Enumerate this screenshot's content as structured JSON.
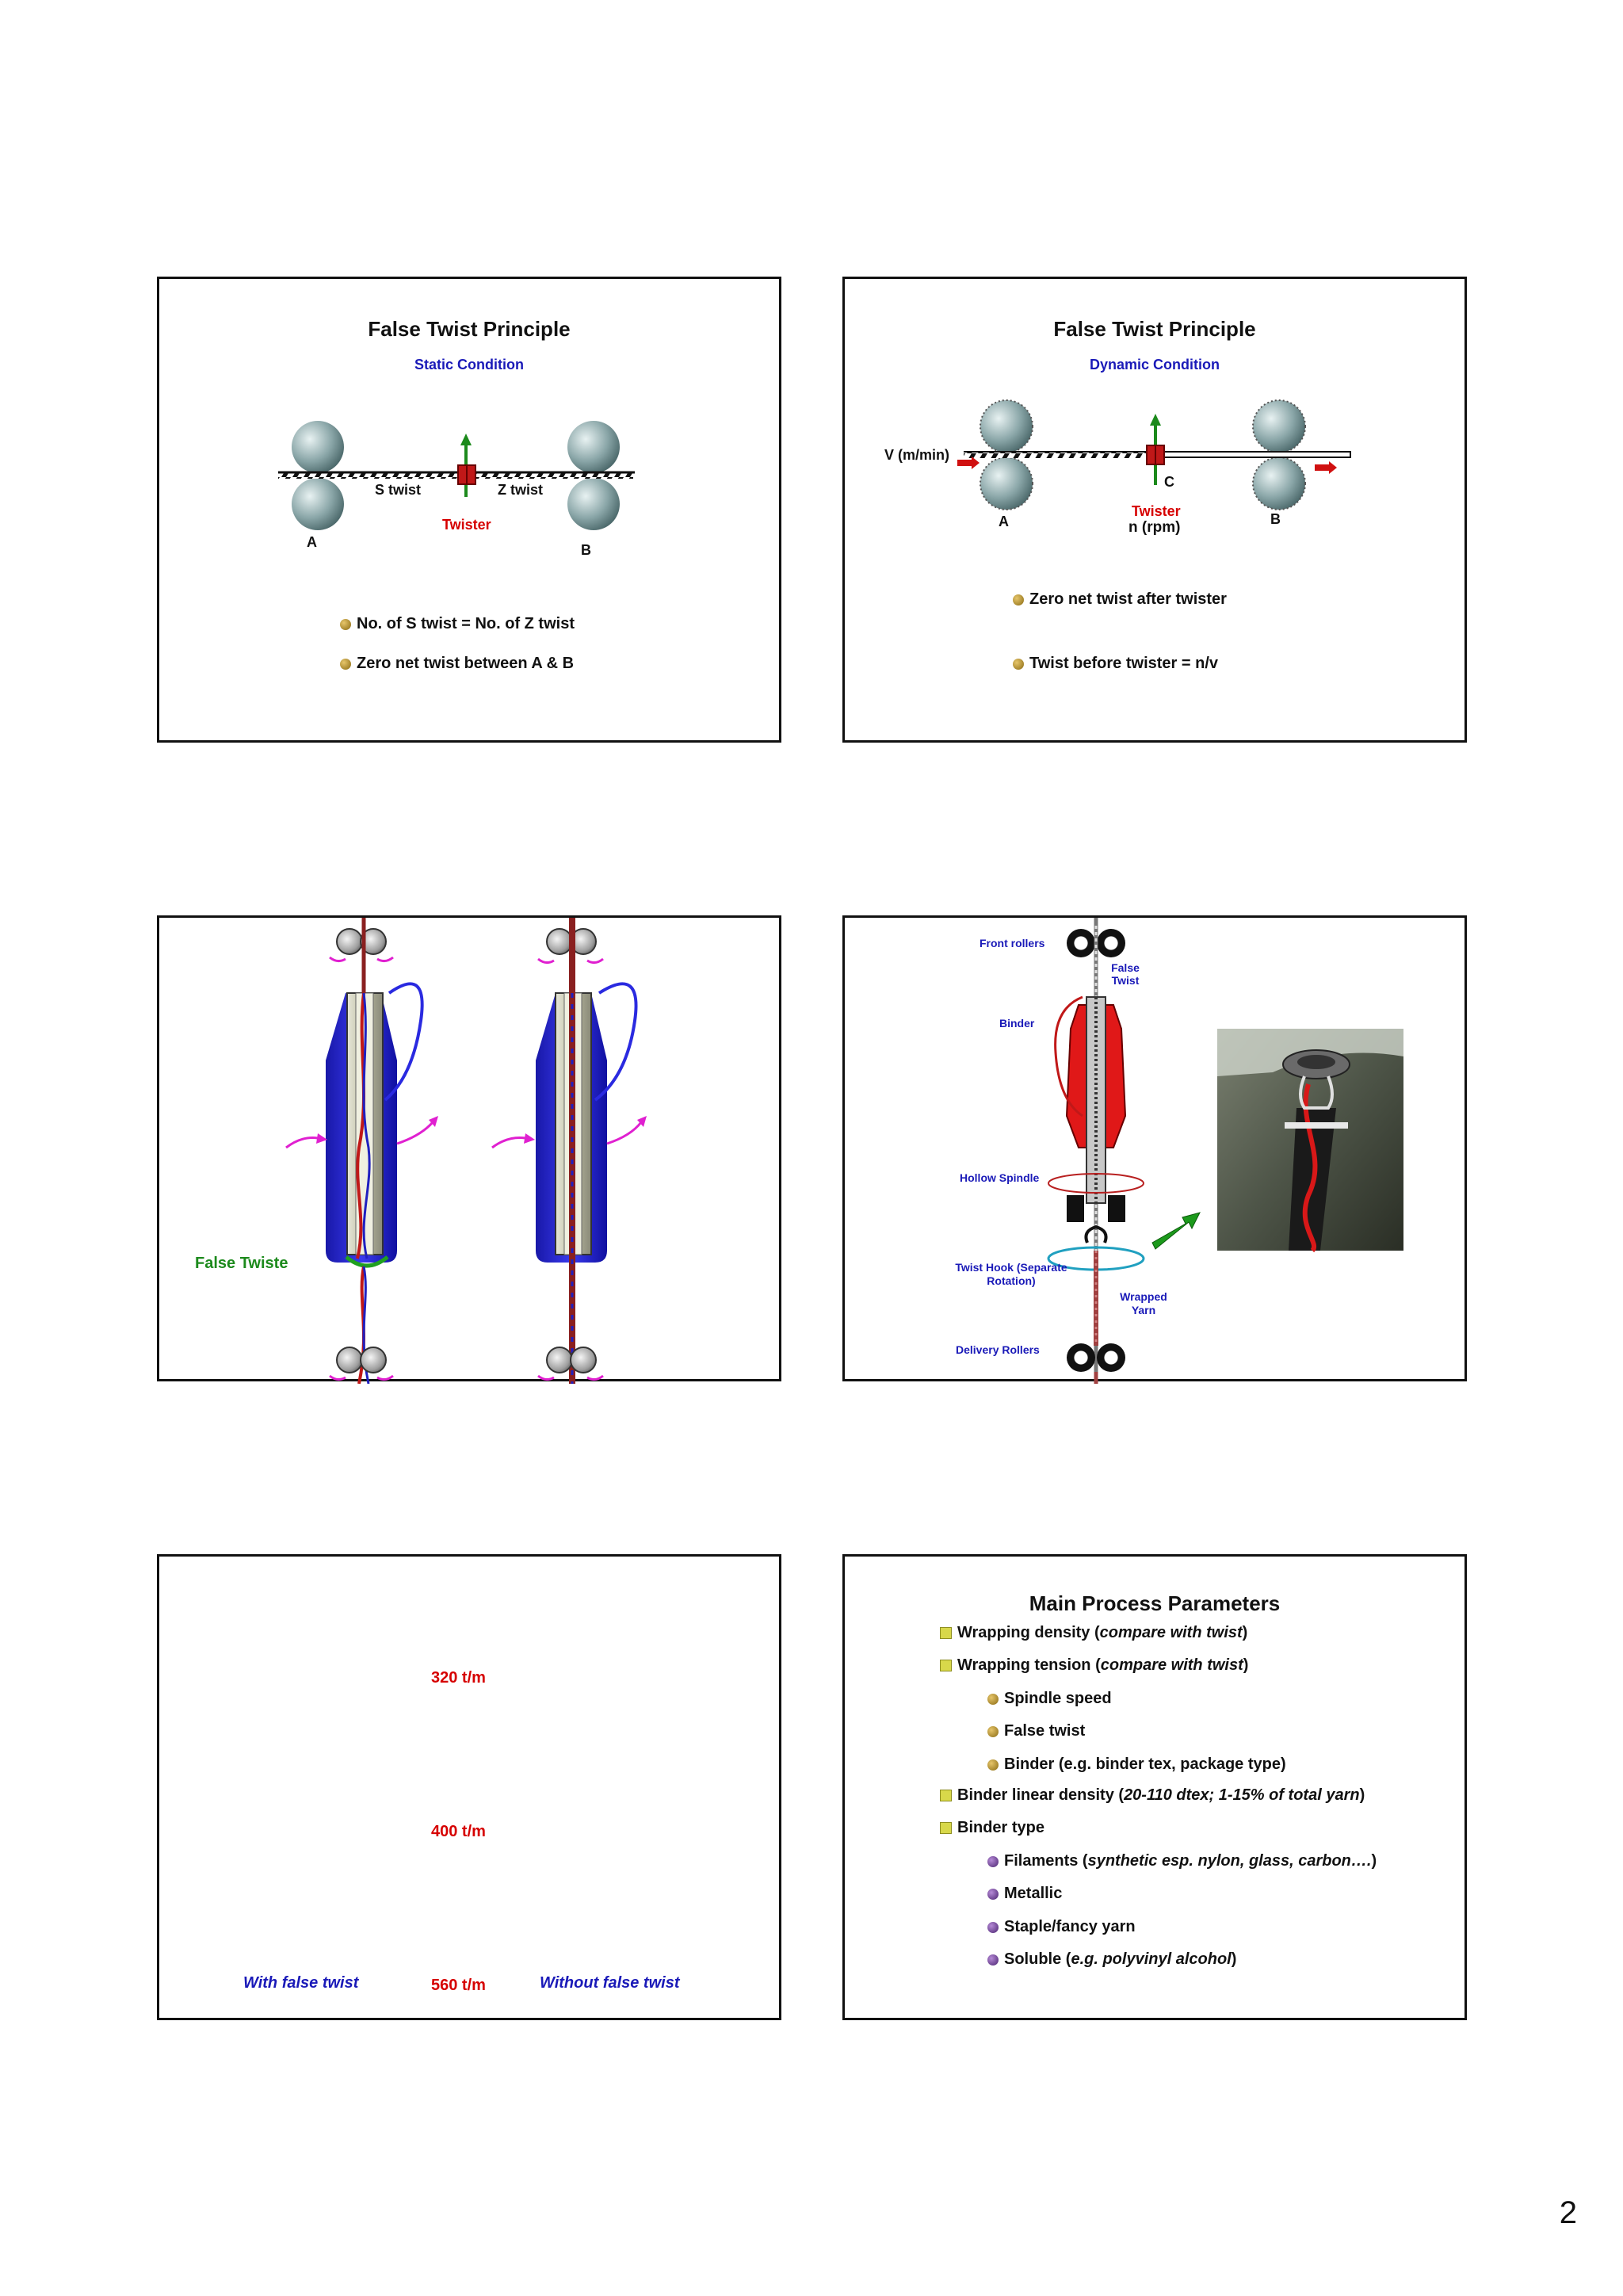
{
  "slide1": {
    "title": "False Twist Principle",
    "subtitle": "Static Condition",
    "labels": {
      "s_twist": "S twist",
      "z_twist": "Z twist",
      "twister": "Twister",
      "a": "A",
      "b": "B"
    },
    "bullets": [
      "No. of S twist = No. of Z twist",
      "Zero net twist between A & B"
    ]
  },
  "slide2": {
    "title": "False Twist Principle",
    "subtitle": "Dynamic Condition",
    "labels": {
      "v": "V (m/min)",
      "c": "C",
      "twister": "Twister",
      "n": "n (rpm)",
      "a": "A",
      "b": "B"
    },
    "bullets": [
      "Zero net twist after twister",
      "Twist before twister = n/v"
    ]
  },
  "slide3": {
    "label": "False Twiste"
  },
  "slide4": {
    "labels": {
      "front_rollers": "Front rollers",
      "false_twist": "False Twist",
      "binder": "Binder",
      "hollow_spindle": "Hollow Spindle",
      "twist_hook": "Twist Hook (Separate Rotation)",
      "wrapped_yarn": "Wrapped Yarn",
      "delivery_rollers": "Delivery Rollers"
    }
  },
  "slide5": {
    "values": [
      "320 t/m",
      "400 t/m",
      "560 t/m"
    ],
    "with_label": "With false twist",
    "without_label": "Without false twist"
  },
  "slide6": {
    "title": "Main Process Parameters",
    "items": [
      {
        "level": 1,
        "text": "Wrapping density (",
        "em": "compare with twist",
        "tail": ")"
      },
      {
        "level": 1,
        "text": "Wrapping tension (",
        "em": "compare with twist",
        "tail": ")"
      },
      {
        "level": 2,
        "text": "Spindle speed",
        "em": "",
        "tail": ""
      },
      {
        "level": 2,
        "text": "False twist",
        "em": "",
        "tail": ""
      },
      {
        "level": 2,
        "text": "Binder (e.g. binder tex, package type)",
        "em": "",
        "tail": ""
      },
      {
        "level": 1,
        "text": "Binder linear density (",
        "em": "20-110 dtex; 1-15% of total yarn",
        "tail": ")"
      },
      {
        "level": 1,
        "text": "Binder type",
        "em": "",
        "tail": ""
      },
      {
        "level": 3,
        "text": "Filaments (",
        "em": "synthetic esp. nylon, glass, carbon….",
        "tail": ")"
      },
      {
        "level": 3,
        "text": "Metallic",
        "em": "",
        "tail": ""
      },
      {
        "level": 3,
        "text": "Staple/fancy yarn",
        "em": "",
        "tail": ""
      },
      {
        "level": 3,
        "text": "Soluble (",
        "em": "e.g. polyvinyl alcohol",
        "tail": ")"
      }
    ]
  },
  "page_number": "2"
}
